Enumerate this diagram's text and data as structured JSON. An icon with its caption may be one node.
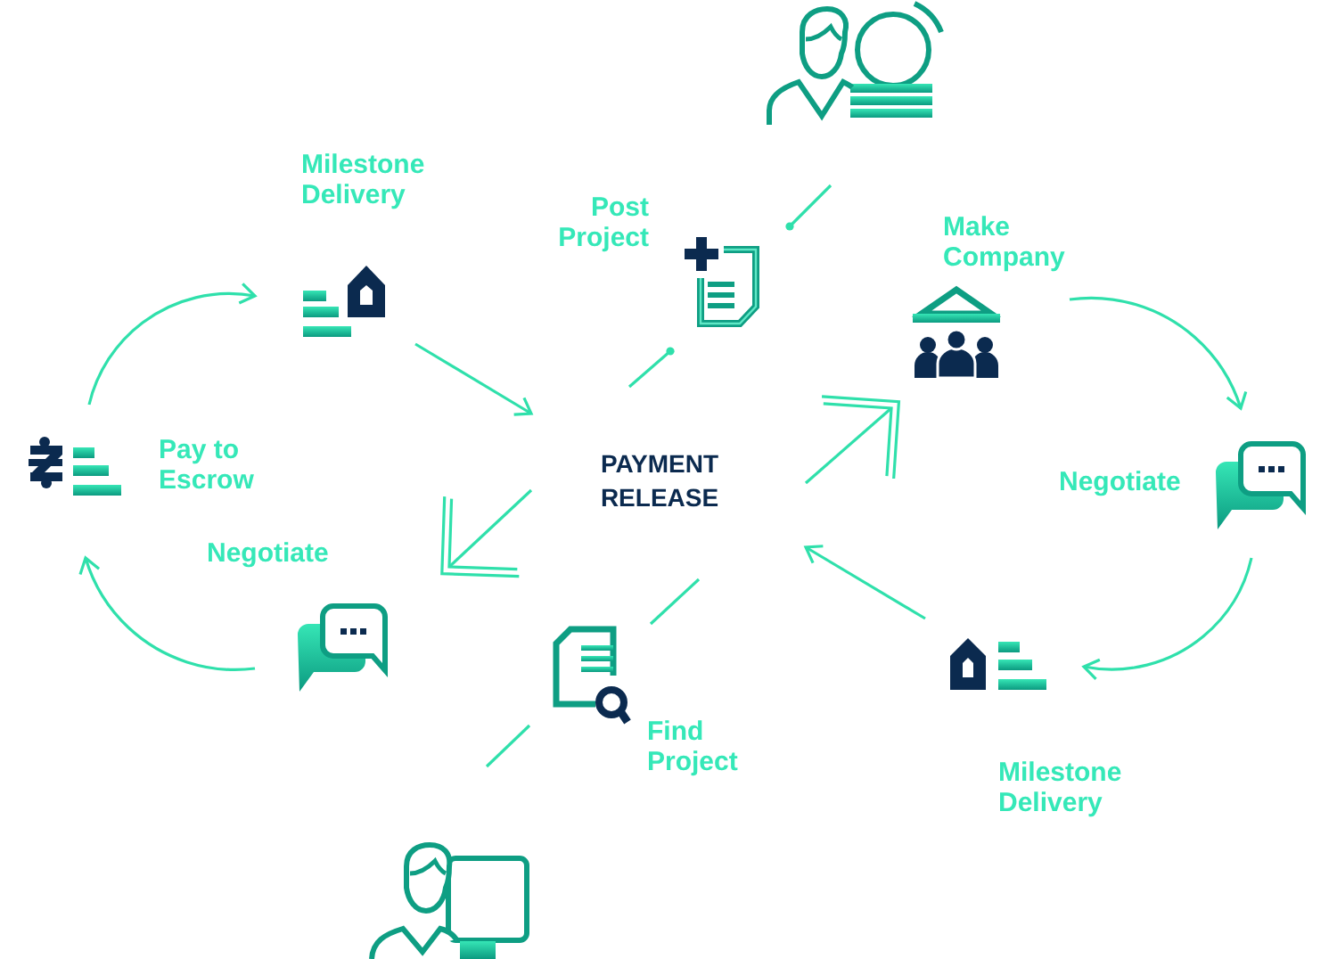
{
  "diagram": {
    "nodes": [
      {
        "text": [],
        "shape": "person"
      },
      {
        "text": [],
        "shape": "picture",
        "beside": [
          "Milestone Delivery"
        ]
      },
      {
        "text": [],
        "shape": "picture",
        "beside": [
          "Post Project"
        ]
      },
      {
        "text": [],
        "shape": "picture",
        "beside": [
          "Make Company"
        ]
      },
      {
        "text": [],
        "shape": "picture",
        "beside": [
          "Pay to Escrow"
        ]
      },
      {
        "text": [
          "PAYMENT RELEASE"
        ]
      },
      {
        "text": [],
        "shape": "picture",
        "beside": [
          "Negotiate"
        ]
      },
      {
        "text": [],
        "shape": "picture",
        "beside": [
          "Negotiate"
        ]
      },
      {
        "text": [],
        "shape": "picture",
        "beside": [
          "Find Project"
        ]
      },
      {
        "text": [],
        "shape": "picture",
        "beside": [
          "Milestone Delivery"
        ]
      },
      {
        "text": [],
        "shape": "person"
      }
    ],
    "edges": [
      {
        "from": 0,
        "to": 2,
        "arrow": "other"
      },
      {
        "from": 5,
        "to": 2,
        "arrow": "other"
      },
      {
        "from": 5,
        "to": 8,
        "arrow": "none"
      },
      {
        "from": 8,
        "to": 10,
        "arrow": "none"
      },
      {
        "from": 1,
        "to": 5,
        "arrow": "to"
      },
      {
        "from": 5,
        "to": 7,
        "arrow": "to"
      },
      {
        "from": 7,
        "to": 4,
        "arrow": "to"
      },
      {
        "from": 4,
        "to": 1,
        "arrow": "to"
      },
      {
        "from": 5,
        "to": 3,
        "arrow": "to"
      },
      {
        "from": 3,
        "to": 6,
        "arrow": "to"
      },
      {
        "from": 6,
        "to": 9,
        "arrow": "to"
      },
      {
        "from": 9,
        "to": 5,
        "arrow": "to"
      }
    ]
  }
}
